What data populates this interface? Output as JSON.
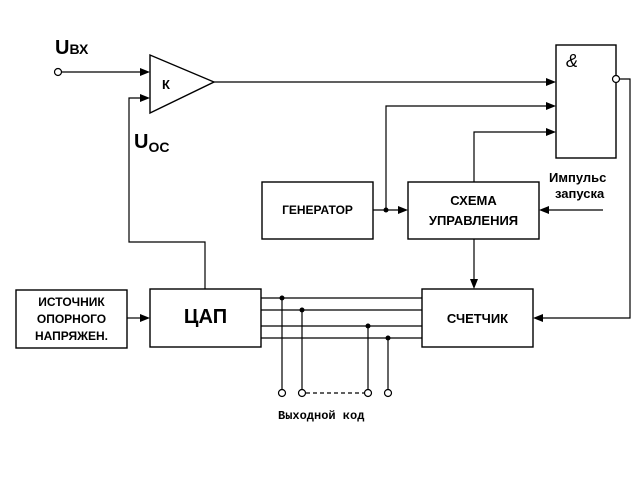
{
  "labels": {
    "u_in": "U",
    "u_in_sub": "ВХ",
    "u_fb": "U",
    "u_fb_sub": "ОС",
    "gain": "К",
    "and_gate": "&",
    "generator": "ГЕНЕРАТОР",
    "control_line1": "СХЕМА",
    "control_line2": "УПРАВЛЕНИЯ",
    "start_pulse_line1": "Импульс",
    "start_pulse_line2": "запуска",
    "reference_line1": "ИСТОЧНИК",
    "reference_line2": "ОПОРНОГО",
    "reference_line3": "НАПРЯЖЕН.",
    "dac": "ЦАП",
    "counter": "СЧЕТЧИК",
    "output_code": "Выходной код"
  }
}
